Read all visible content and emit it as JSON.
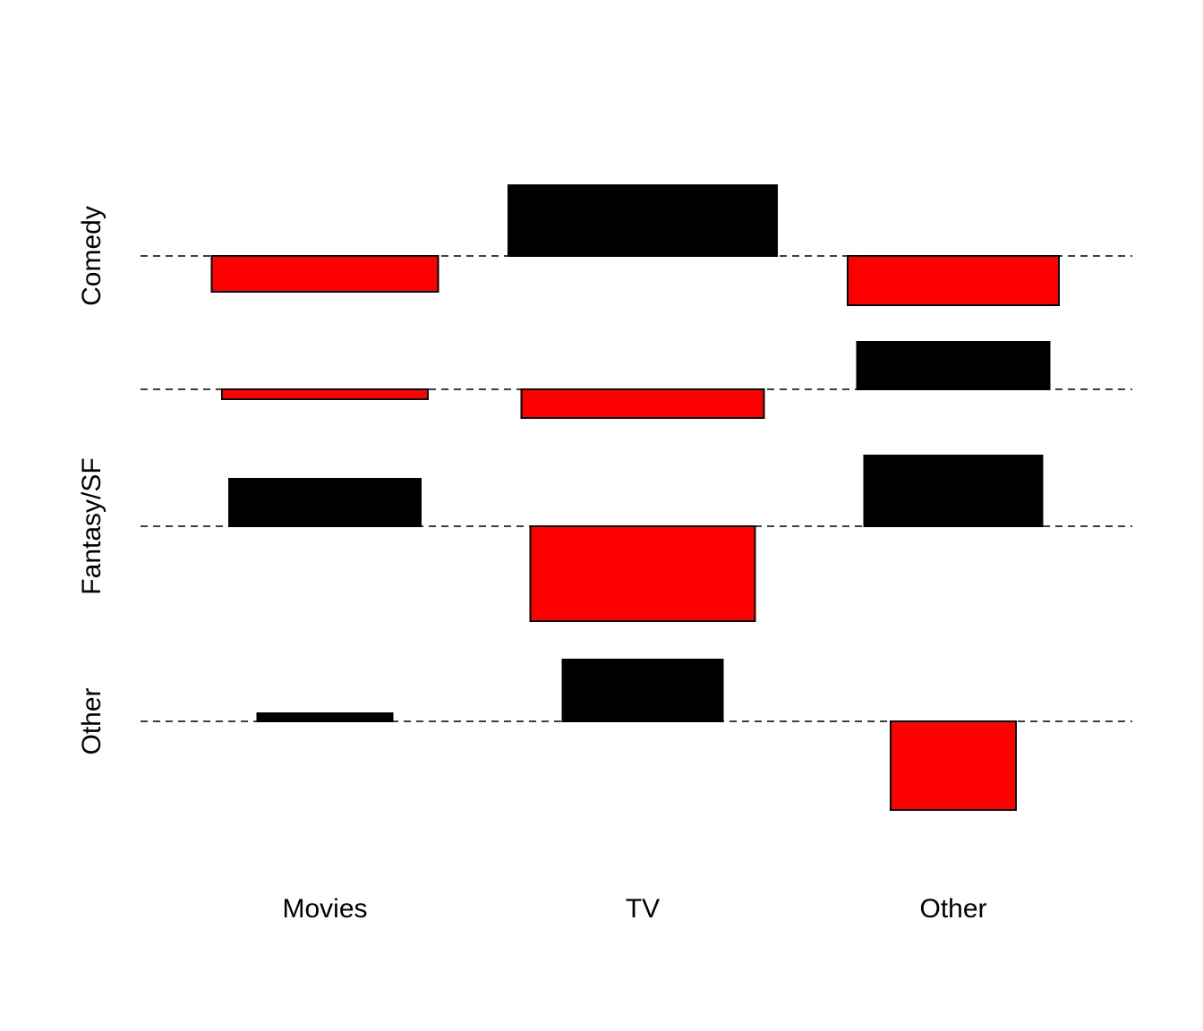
{
  "chart_data": {
    "type": "association-plot",
    "title": "",
    "columns": [
      "Movies",
      "TV",
      "Other"
    ],
    "rows": [
      {
        "label": "Comedy",
        "residuals": [
          -2.0,
          3.95,
          -2.75
        ],
        "widths": [
          2.53,
          3.0,
          2.36
        ]
      },
      {
        "label": null,
        "residuals": [
          -0.55,
          -1.6,
          2.65
        ],
        "widths": [
          2.3,
          2.71,
          2.15
        ]
      },
      {
        "label": "Fantasy/SF",
        "residuals": [
          2.65,
          -5.3,
          3.95
        ],
        "widths": [
          2.14,
          2.51,
          1.99
        ]
      },
      {
        "label": "Other",
        "residuals": [
          0.45,
          3.45,
          -4.95
        ],
        "widths": [
          1.51,
          1.79,
          1.4
        ]
      }
    ],
    "positive_color": "#000000",
    "negative_color": "#ff0000",
    "baseline_style": "dashed"
  }
}
